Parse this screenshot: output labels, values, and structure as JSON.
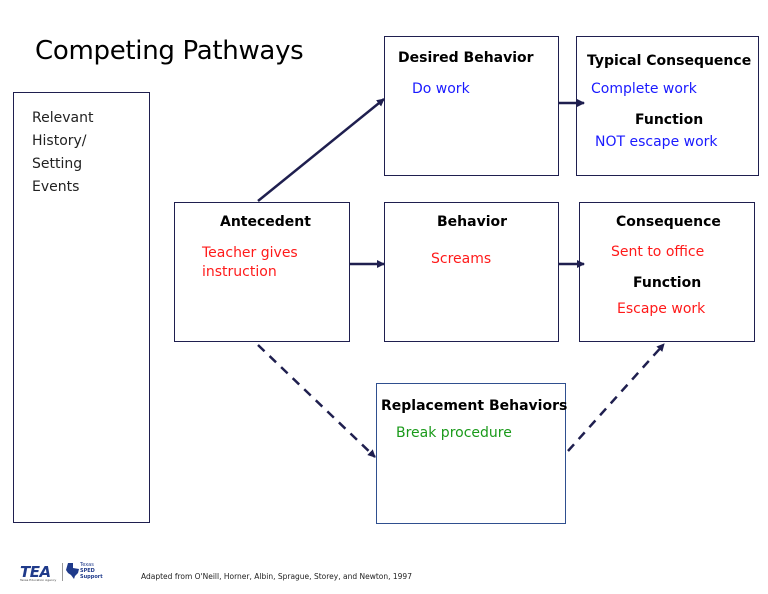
{
  "title": "Competing Pathways",
  "setting_events": {
    "lines": [
      "Relevant",
      "History/",
      "Setting",
      "Events"
    ]
  },
  "desired_behavior": {
    "heading": "Desired Behavior",
    "text": "Do work"
  },
  "typical_consequence": {
    "heading": "Typical Consequence",
    "text": "Complete work",
    "function_heading": "Function",
    "function_text": "NOT escape work"
  },
  "antecedent": {
    "heading": "Antecedent",
    "lines": [
      "Teacher gives",
      "instruction"
    ]
  },
  "behavior": {
    "heading": "Behavior",
    "text": "Screams"
  },
  "consequence": {
    "heading": "Consequence",
    "text": "Sent to office",
    "function_heading": "Function",
    "function_text": "Escape work"
  },
  "replacement": {
    "heading": "Replacement Behaviors",
    "text": "Break procedure"
  },
  "footer": {
    "citation": "Adapted from O'Neill, Horner, Albin, Sprague, Storey, and Newton, 1997",
    "logo_tea": "TEA",
    "logo_tea_sub": "Texas Education Agency",
    "logo_texas": [
      "Texas",
      "SPED",
      "Support"
    ]
  },
  "colors": {
    "desired_text": "#1a1aff",
    "problem_text": "#ff1a1a",
    "replacement_text": "#1a9a1a",
    "arrow": "#1f1f4f"
  }
}
